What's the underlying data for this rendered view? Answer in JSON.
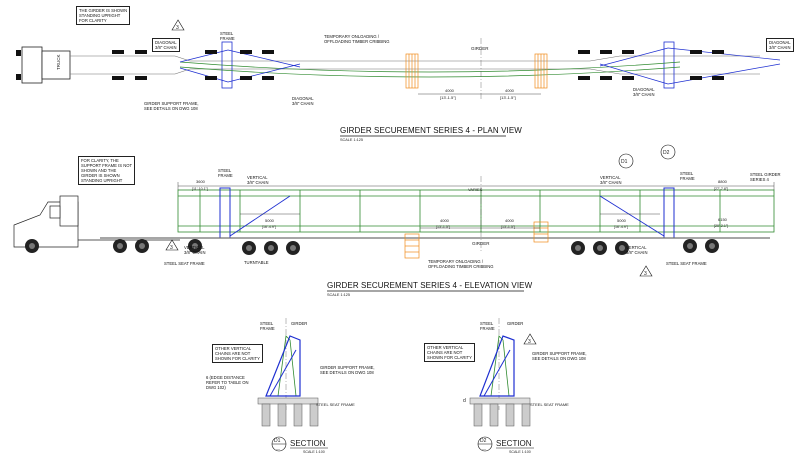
{
  "colors": {
    "steel_frame": "#1e2fd1",
    "girder": "#2f8a2f",
    "cribbing": "#f08a1a",
    "trailer": "#707070",
    "wheel": "#111111",
    "ink": "#1a1a1a"
  },
  "icon_names": [
    "truck-icon",
    "wheel-icon",
    "revision-triangle-icon",
    "centerline-symbol-icon"
  ],
  "plan_view": {
    "note": "THE GIRDER IS SHOWN\nSTANDING UPRIGHT\nFOR CLARITY",
    "truck_label": "TRUCK",
    "diagonal_chain_left": "DIAGONAL\n3/8\" CHAIN",
    "steel_frame_label": "STEEL\nFRAME",
    "cribbing_label": "TEMPORARY ONLOADING /\nOFFLOADING TIMBER CRIBBING",
    "girder_label": "GIRDER",
    "support_frame_note": "GIRDER SUPPORT FRAME,\nSEE DETAILS ON DWG 108",
    "diagonal_chain_mid": "DIAGONAL\n3/8\" CHAIN",
    "dim1": "4000",
    "dim1_imp": "[13'-1.5\"]",
    "dim2": "4000",
    "dim2_imp": "[13'-1.5\"]",
    "diagonal_chain_right": "DIAGONAL\n3/8\" CHAIN",
    "diagonal_chain_far": "DIAGONAL\n3/8\" CHAIN",
    "rev": "3",
    "title": "GIRDER SECUREMENT SERIES 4 - PLAN VIEW",
    "scale": "SCALE 1:125"
  },
  "elevation_view": {
    "note": "FOR CLARITY, THE\nSUPPORT FRAME IS NOT\nSHOWN AND THE\nGIRDER IS SHOWN\nSTANDING UPRIGHT",
    "steel_frame_label": "STEEL\nFRAME",
    "vertical_chain": "VERTICAL\n3/8\" CHAIN",
    "dim_left": "3600",
    "dim_left_imp": "[11'-10.1\"]",
    "varies": "VARIES",
    "dim_a": "5000",
    "dim_a_imp": "[16'-4.9\"]",
    "dim_b": "4000",
    "dim_b_imp": "[13'-1.5\"]",
    "dim_c": "4000",
    "dim_c_imp": "[13'-1.5\"]",
    "dim_d": "5000",
    "dim_d_imp": "[16'-4.9\"]",
    "dim_right": "8800",
    "dim_right_imp": "[27'-7.8\"]",
    "dim_r2": "6150",
    "dim_r2_imp": "[20'-2.1\"]",
    "steel_girder": "STEEL GIRDER\nSERIES 4",
    "vertical_chain_left": "VERTICAL\n3/8\" CHAIN",
    "steel_seat_left": "STEEL SEAT FRAME",
    "turntable": "TURNTABLE",
    "girder_label": "GIRDER",
    "cribbing_label": "TEMPORARY ONLOADING /\nOFFLOADING TIMBER CRIBBING",
    "vertical_chain_right": "VERTICAL\n3/8\" CHAIN",
    "steel_seat_right": "STEEL SEAT FRAME",
    "vertical_chain_top": "VERTICAL\n3/8\" CHAIN",
    "steel_frame_right": "STEEL\nFRAME",
    "section_mark_1": "D1",
    "section_mark_2": "D2",
    "rev": "3",
    "title": "GIRDER SECUREMENT SERIES 4 - ELEVATION VIEW",
    "scale": "SCALE 1:125"
  },
  "sections": [
    {
      "steel_frame": "STEEL\nFRAME",
      "girder": "GIRDER",
      "note": "OTHER VERTICAL\nCHAINS ARE NOT\nSHOWN FOR CLARITY",
      "support_frame": "GIRDER SUPPORT FRAME,\nSEE DETAILS ON DWG 108",
      "edge_note": "6 (EDGE DISTANCE\nREFER TO TABLE ON\nDWG 102)",
      "seat_frame": "STEEL SEAT FRAME",
      "mark": "D1",
      "sheet": "—",
      "title": "SECTION",
      "scale": "SCALE 1:100"
    },
    {
      "steel_frame": "STEEL\nFRAME",
      "girder": "GIRDER",
      "note": "OTHER VERTICAL\nCHAINS ARE NOT\nSHOWN FOR CLARITY",
      "support_frame": "GIRDER SUPPORT FRAME,\nSEE DETAILS ON DWG 108",
      "seat_frame": "STEEL SEAT FRAME",
      "dim": "d",
      "rev": "3",
      "mark": "D2",
      "sheet": "—",
      "title": "SECTION",
      "scale": "SCALE 1:100"
    }
  ]
}
